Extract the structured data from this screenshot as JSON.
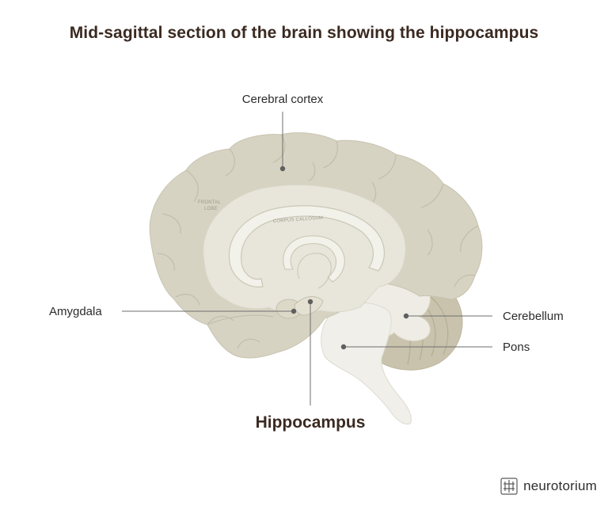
{
  "title": "Mid-sagittal section of the brain showing the hippocampus",
  "labels": {
    "cerebral_cortex": "Cerebral cortex",
    "amygdala": "Amygdala",
    "cerebellum": "Cerebellum",
    "pons": "Pons",
    "hippocampus": "Hippocampus",
    "frontal_lobe_line1": "FRONTAL",
    "frontal_lobe_line2": "LOBE",
    "corpus_callosum": "CORPUS CALLOSUM"
  },
  "brand": {
    "name": "neurotorium",
    "icon": "neurotorium-logo-icon"
  },
  "colors": {
    "cortex": "#d7d3c3",
    "inner": "#e8e6db",
    "brainstem": "#f0efea",
    "cerebellum": "#c9c3ad",
    "accent": "#3b2a21"
  }
}
